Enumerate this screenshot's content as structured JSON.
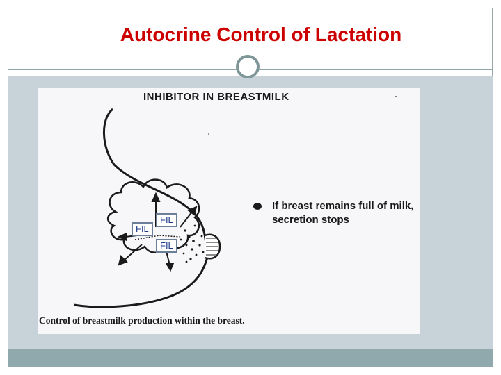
{
  "slide": {
    "title": "Autocrine Control of Lactation"
  },
  "diagram": {
    "heading": "INHIBITOR IN BREASTMILK",
    "note": "If breast remains full of milk, secretion stops",
    "caption": "Control of breastmilk production within the breast.",
    "labels": [
      "FIL",
      "FIL",
      "FIL"
    ]
  }
}
